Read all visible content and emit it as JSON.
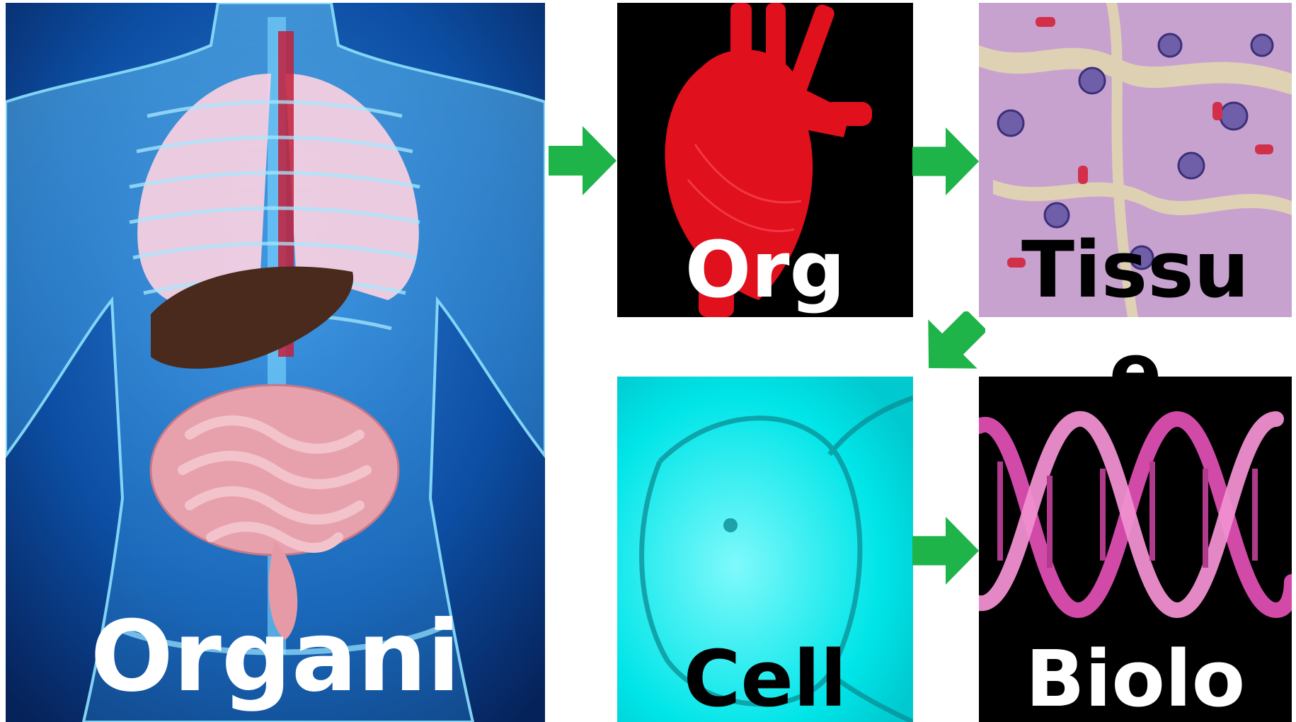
{
  "panels": {
    "organism": {
      "label": "Organi",
      "label_color": "#ffffff"
    },
    "organ": {
      "label": "Org",
      "label_color": "#ffffff"
    },
    "tissue": {
      "label": "Tissu",
      "overflow": "e",
      "label_color": "#000000"
    },
    "cell": {
      "label": "Cell",
      "label_color": "#000000"
    },
    "molecule": {
      "label": "Biolo",
      "label_color": "#ffffff"
    }
  },
  "colors": {
    "arrow": "#1fb44a",
    "organism_bg": "#0b3f8a",
    "organ_bg": "#000000",
    "tissue_bg": "#c7a2cf",
    "cell_bg": "#00e5e8",
    "molecule_bg": "#000000"
  }
}
